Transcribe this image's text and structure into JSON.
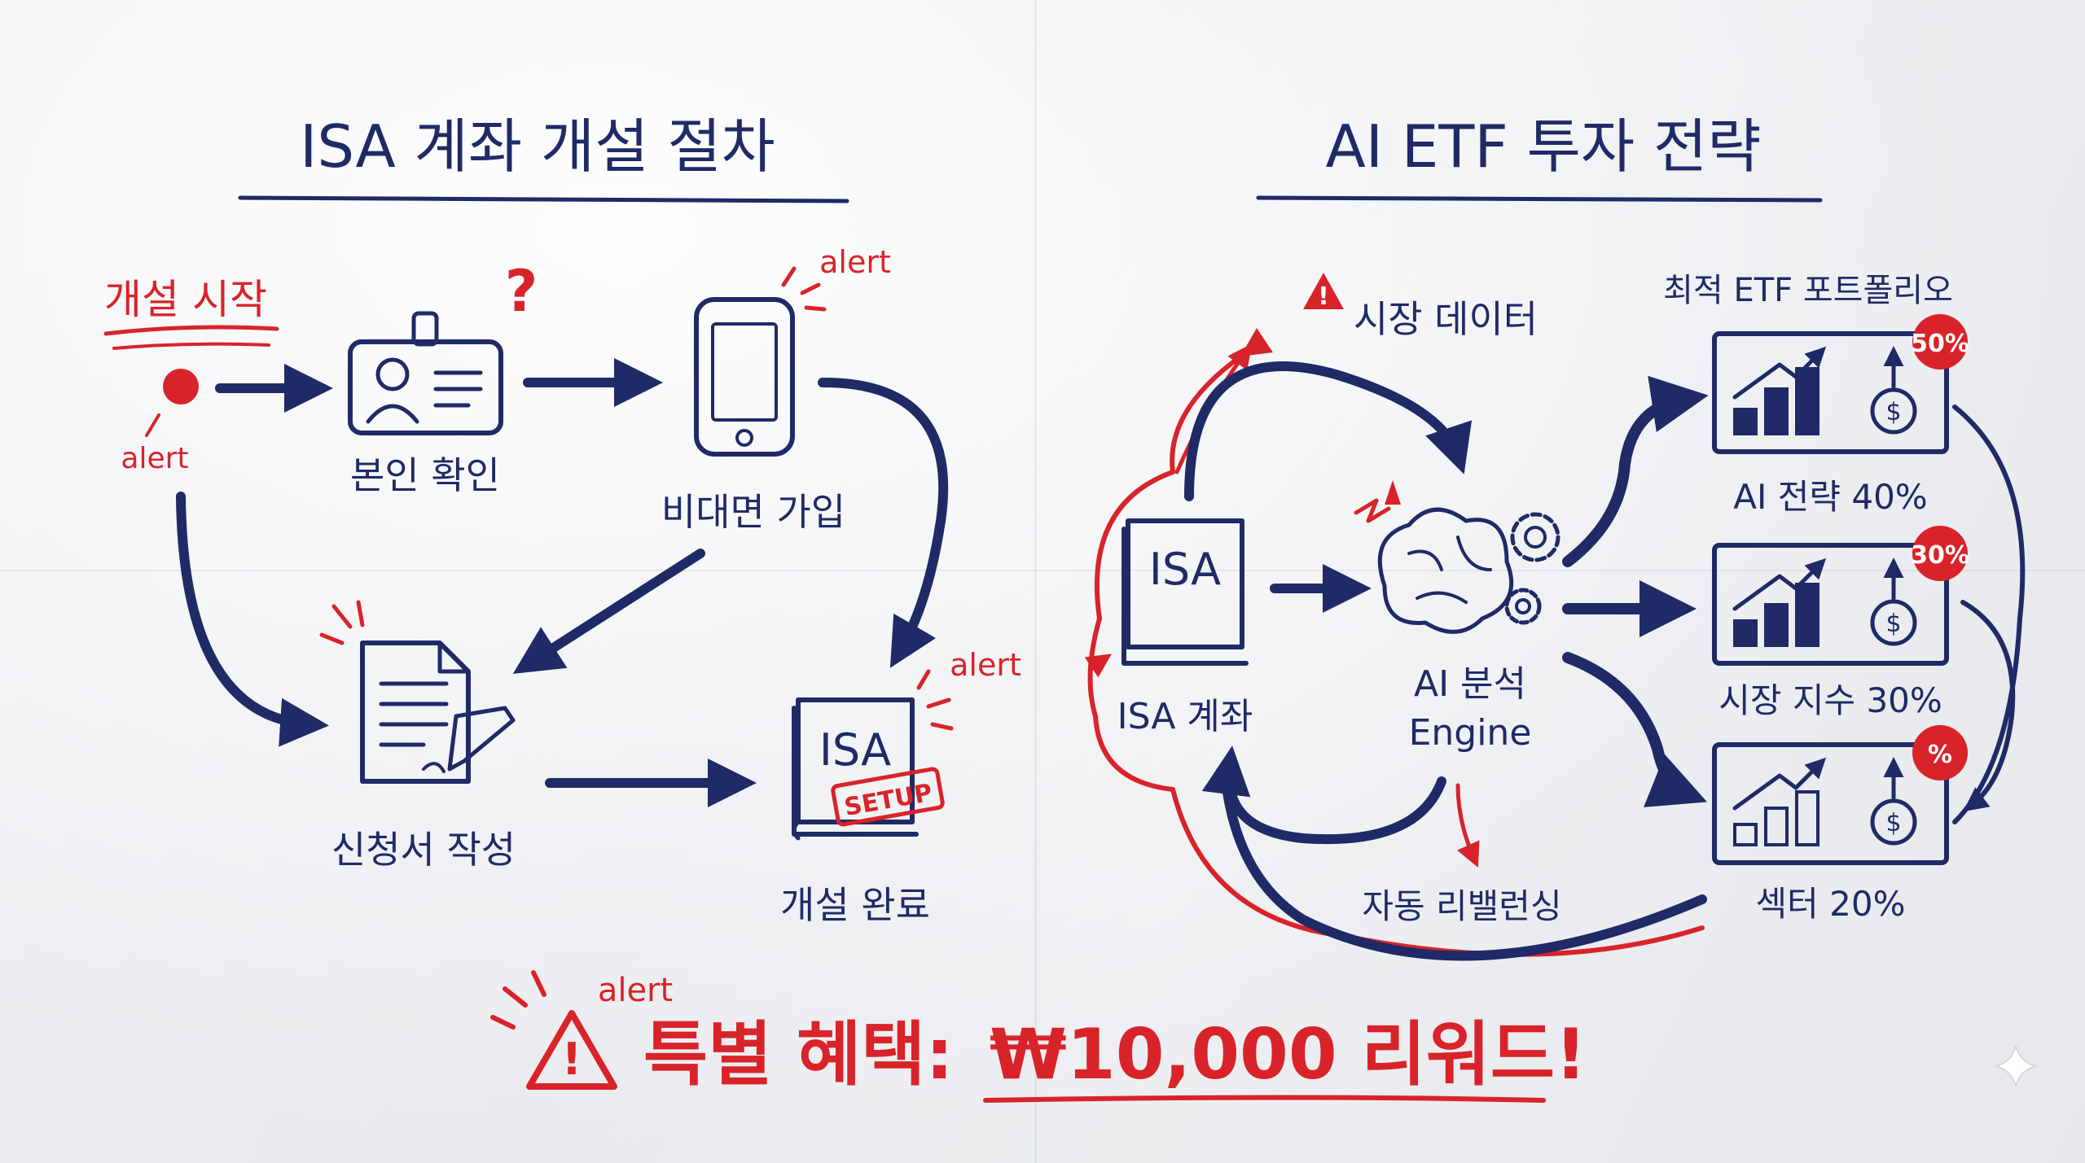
{
  "left_panel": {
    "title": "ISA 계좌 개설 절차",
    "start_label": "개설 시작",
    "steps": {
      "identity": "본인 확인",
      "mobile": "비대면 가입",
      "form": "신청서 작성",
      "complete": "개설 완료"
    },
    "alert_word": "alert",
    "question_mark": "?",
    "book_label": "ISA",
    "stamp_label": "SETUP"
  },
  "right_panel": {
    "title": "AI ETF 투자 전략",
    "market_data": "시장 데이터",
    "isa_book": "ISA",
    "isa_account": "ISA 계좌",
    "engine_line1": "AI 분석",
    "engine_line2": "Engine",
    "rebalancing": "자동 리밸런싱",
    "portfolio_title": "최적 ETF 포트폴리오",
    "portfolio": [
      {
        "label": "AI 전략 40%",
        "badge": "50%"
      },
      {
        "label": "시장 지수 30%",
        "badge": "30%"
      },
      {
        "label": "섹터 20%",
        "badge": "%"
      }
    ]
  },
  "banner": {
    "alert_word": "alert",
    "text_prefix": "특별 혜택:",
    "text_reward": "₩10,000 리워드!"
  },
  "colors": {
    "navy": "#1f2a66",
    "red": "#d9232a",
    "paper": "#f1f2f4"
  },
  "icons": [
    "id-badge-icon",
    "smartphone-icon",
    "document-pen-icon",
    "isa-book-icon",
    "warning-icon",
    "brain-gear-icon",
    "bar-chart-dollar-icon",
    "sparkle-icon"
  ]
}
